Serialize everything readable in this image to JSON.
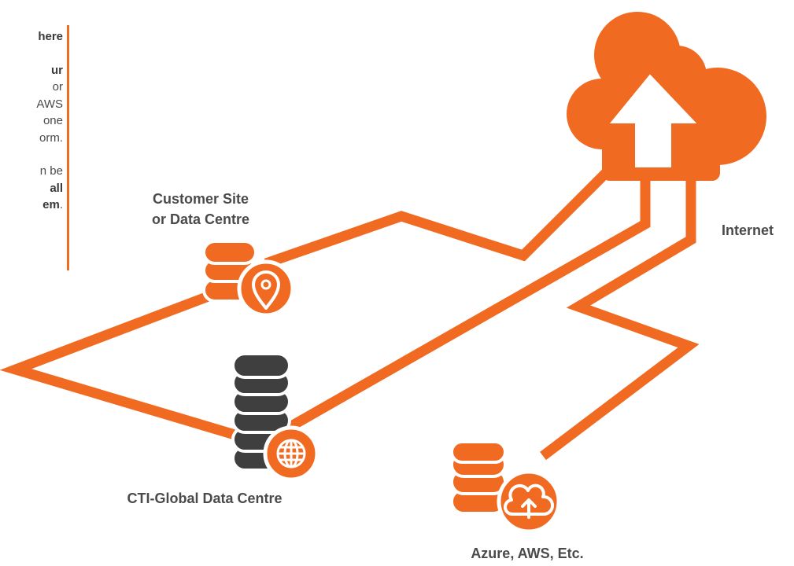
{
  "colors": {
    "accent": "#f06a22",
    "dark": "#3f3f3f",
    "text": "#4a4a4a"
  },
  "side_text": {
    "line1": "here",
    "line2": "ur",
    "line3": "or",
    "line4": "AWS",
    "line5": "one",
    "line6": "orm.",
    "line7": "n be",
    "line8": "all",
    "line9a": "em",
    "line9b": "."
  },
  "labels": {
    "customer_site_line1": "Customer Site",
    "customer_site_line2": "or Data Centre",
    "internet": "Internet",
    "cti_global": "CTI-Global Data Centre",
    "cloud_providers": "Azure, AWS, Etc."
  },
  "icons": {
    "cloud": "cloud-upload-icon",
    "customer_db": "database-icon",
    "customer_badge": "map-pin-icon",
    "cti_db": "database-icon",
    "cti_badge": "globe-icon",
    "azure_db": "database-icon",
    "azure_badge": "cloud-upload-icon"
  }
}
